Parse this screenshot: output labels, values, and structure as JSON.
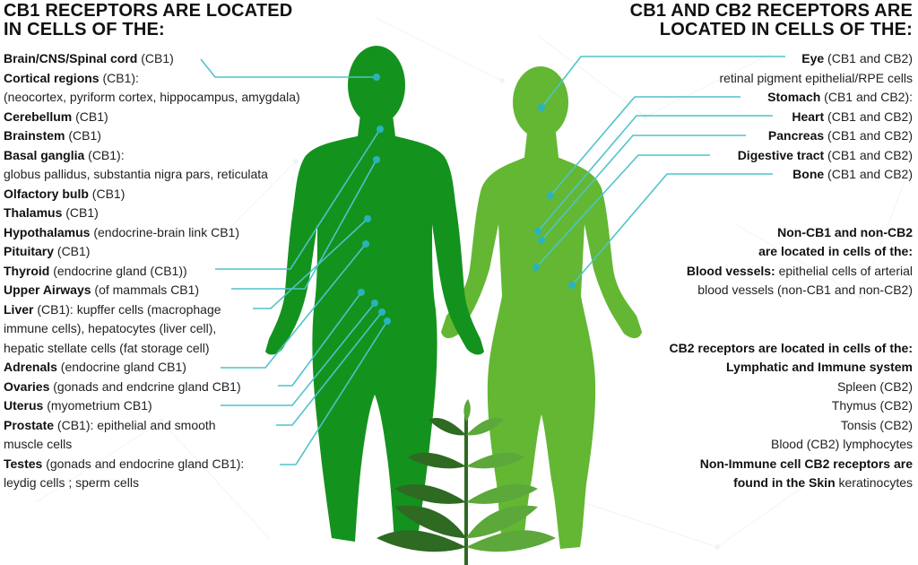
{
  "headings": {
    "left": [
      "CB1 RECEPTORS ARE LOCATED",
      "IN CELLS OF THE:"
    ],
    "right": [
      "CB1 AND CB2 RECEPTORS ARE",
      "LOCATED IN CELLS OF THE:"
    ]
  },
  "left_rows": [
    {
      "b": "Brain/CNS/Spinal cord",
      "t": " (CB1)"
    },
    {
      "b": "Cortical regions",
      "t": " (CB1):"
    },
    {
      "b": "",
      "t": "(neocortex, pyriform cortex, hippocampus, amygdala)"
    },
    {
      "b": "Cerebellum",
      "t": " (CB1)"
    },
    {
      "b": "Brainstem",
      "t": " (CB1)"
    },
    {
      "b": "Basal ganglia",
      "t": " (CB1):"
    },
    {
      "b": "",
      "t": "globus pallidus, substantia nigra pars, reticulata"
    },
    {
      "b": "Olfactory bulb",
      "t": " (CB1)"
    },
    {
      "b": "Thalamus",
      "t": " (CB1)"
    },
    {
      "b": "Hypothalamus",
      "t": " (endocrine-brain link CB1)"
    },
    {
      "b": "Pituitary",
      "t": " (CB1)"
    },
    {
      "b": "Thyroid",
      "t": " (endocrine gland (CB1))"
    },
    {
      "b": "Upper Airways",
      "t": " (of mammals CB1)"
    },
    {
      "b": "Liver",
      "t": " (CB1): kupffer cells (macrophage"
    },
    {
      "b": "",
      "t": "immune cells), hepatocytes (liver cell),"
    },
    {
      "b": "",
      "t": "hepatic stellate cells (fat storage cell)"
    },
    {
      "b": "Adrenals",
      "t": " (endocrine gland CB1)"
    },
    {
      "b": "Ovaries",
      "t": " (gonads and endcrine gland CB1)"
    },
    {
      "b": "Uterus",
      "t": " (myometrium CB1)"
    },
    {
      "b": "Prostate",
      "t": " (CB1): epithelial and smooth"
    },
    {
      "b": "",
      "t": "muscle cells"
    },
    {
      "b": "Testes",
      "t": " (gonads and endocrine gland CB1):"
    },
    {
      "b": "",
      "t": "leydig cells ; sperm cells"
    }
  ],
  "right_rows": [
    {
      "b": "Eye",
      "t": " (CB1 and CB2)"
    },
    {
      "b": "",
      "t": "retinal pigment epithelial/RPE cells"
    },
    {
      "b": "Stomach",
      "t": " (CB1 and CB2):"
    },
    {
      "b": "Heart",
      "t": " (CB1 and CB2)"
    },
    {
      "b": "Pancreas",
      "t": " (CB1 and CB2)"
    },
    {
      "b": "Digestive tract",
      "t": " (CB1 and CB2)"
    },
    {
      "b": "Bone",
      "t": " (CB1 and CB2)"
    },
    {
      "gap": 2
    },
    {
      "b": "Non-CB1 and non-CB2",
      "t": ""
    },
    {
      "b": "are located in cells of the:",
      "t": ""
    },
    {
      "b": "Blood vessels:",
      "t": " epithelial cells of arterial"
    },
    {
      "b": "",
      "t": "blood vessels (non-CB1 and non-CB2)"
    },
    {
      "gap": 2
    },
    {
      "b": "CB2 receptors are located in cells of the:",
      "t": ""
    },
    {
      "b": "Lymphatic and Immune system",
      "t": ""
    },
    {
      "b": "",
      "t": "Spleen (CB2)"
    },
    {
      "b": "",
      "t": "Thymus (CB2)"
    },
    {
      "b": "",
      "t": "Tonsis (CB2)"
    },
    {
      "b": "",
      "t": "Blood (CB2) lymphocytes"
    },
    {
      "b": "Non-Immune cell CB2 receptors are",
      "t": ""
    },
    {
      "b": "found in the Skin",
      "t": " keratinocytes"
    }
  ],
  "colors": {
    "male_figure": "#14921e",
    "female_figure": "#63b733",
    "leader_line": "#4fc3c9",
    "leader_dot": "#29b3bd",
    "plant_dark": "#2e6a22",
    "plant_light": "#5ca83a"
  }
}
